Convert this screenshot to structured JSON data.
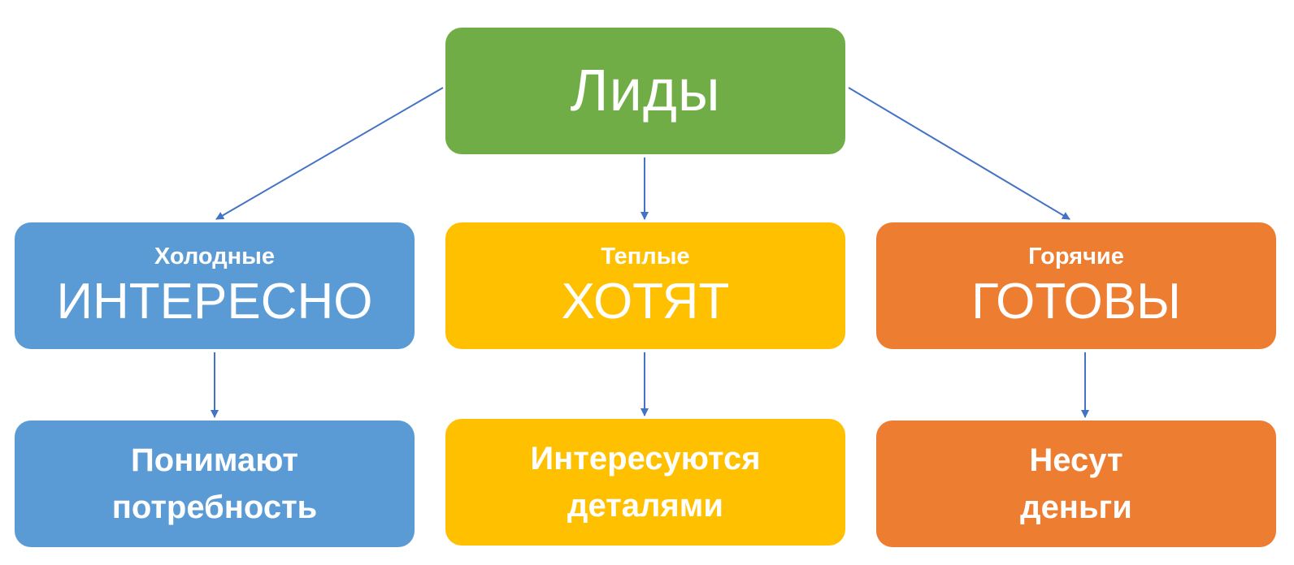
{
  "root": {
    "title": "Лиды",
    "color": "#70ad47"
  },
  "categories": [
    {
      "label": "Холодные",
      "headline": "ИНТЕРЕСНО",
      "detail": "Понимают\nпотребность",
      "color": "#5b9bd5"
    },
    {
      "label": "Теплые",
      "headline": "ХОТЯТ",
      "detail": "Интересуются\nдеталями",
      "color": "#ffc000"
    },
    {
      "label": "Горячие",
      "headline": "ГОТОВЫ",
      "detail": "Несут\nденьги",
      "color": "#ed7d31"
    }
  ],
  "arrow_color": "#4472c4"
}
